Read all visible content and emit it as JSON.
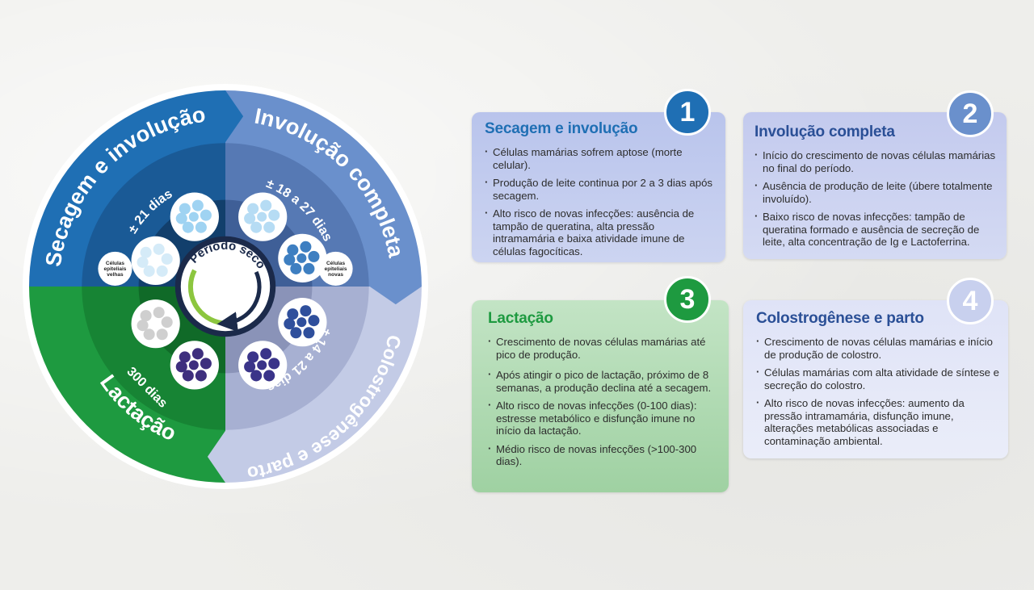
{
  "wheel": {
    "center_label": "Período seco",
    "sectors": [
      {
        "title": "Secagem e involução",
        "duration": "± 21 dias",
        "color": "#1f6fb4"
      },
      {
        "title": "Involução completa",
        "duration": "± 18 a 27 dias",
        "color": "#6a90cc"
      },
      {
        "title": "Colostrogênese e parto",
        "duration": "± 14 a 21 dias",
        "color": "#c3cbe6"
      },
      {
        "title": "Lactação",
        "duration": "300 dias",
        "color": "#1e9a40"
      }
    ],
    "label_old_cells": [
      "Células",
      "epiteliais",
      "velhas"
    ],
    "label_new_cells": [
      "Células",
      "epiteliais",
      "novas"
    ]
  },
  "cards": [
    {
      "number": "1",
      "title": "Secagem e involução",
      "accent": "#1f6fb4",
      "items": [
        "Células mamárias sofrem aptose (morte celular).",
        "Produção de leite continua por 2 a 3 dias após secagem.",
        "Alto risco de novas infecções: ausência de tampão de queratina, alta pressão intramamária e baixa atividade imune de células fagocíticas."
      ]
    },
    {
      "number": "2",
      "title": "Involução completa",
      "accent": "#6a90cc",
      "items": [
        "Início do crescimento de novas células mamárias no final do período.",
        "Ausência de produção de leite (úbere totalmente involuído).",
        "Baixo risco de novas infecções: tampão de queratina formado e ausência de secreção de leite, alta concentração de Ig e Lactoferrina."
      ]
    },
    {
      "number": "3",
      "title": "Lactação",
      "accent": "#1e9a40",
      "items": [
        "Crescimento de novas células mamárias até pico de produção.",
        "Após atingir o pico de lactação, próximo de 8 semanas, a produção declina até a secagem.",
        "Alto risco de novas infecções (0-100 dias): estresse metabólico e disfunção imune no início da lactação.",
        "Médio risco de novas infecções (>100-300 dias)."
      ]
    },
    {
      "number": "4",
      "title": "Colostrogênese e parto",
      "accent": "#b8c3e6",
      "items": [
        "Crescimento de novas células mamárias e início de produção de colostro.",
        "Células mamárias com alta atividade de síntese e secreção do colostro.",
        "Alto risco de novas infecções: aumento da pressão intramamária, disfunção imune, alterações metabólicas associadas e contaminação ambiental."
      ]
    }
  ]
}
